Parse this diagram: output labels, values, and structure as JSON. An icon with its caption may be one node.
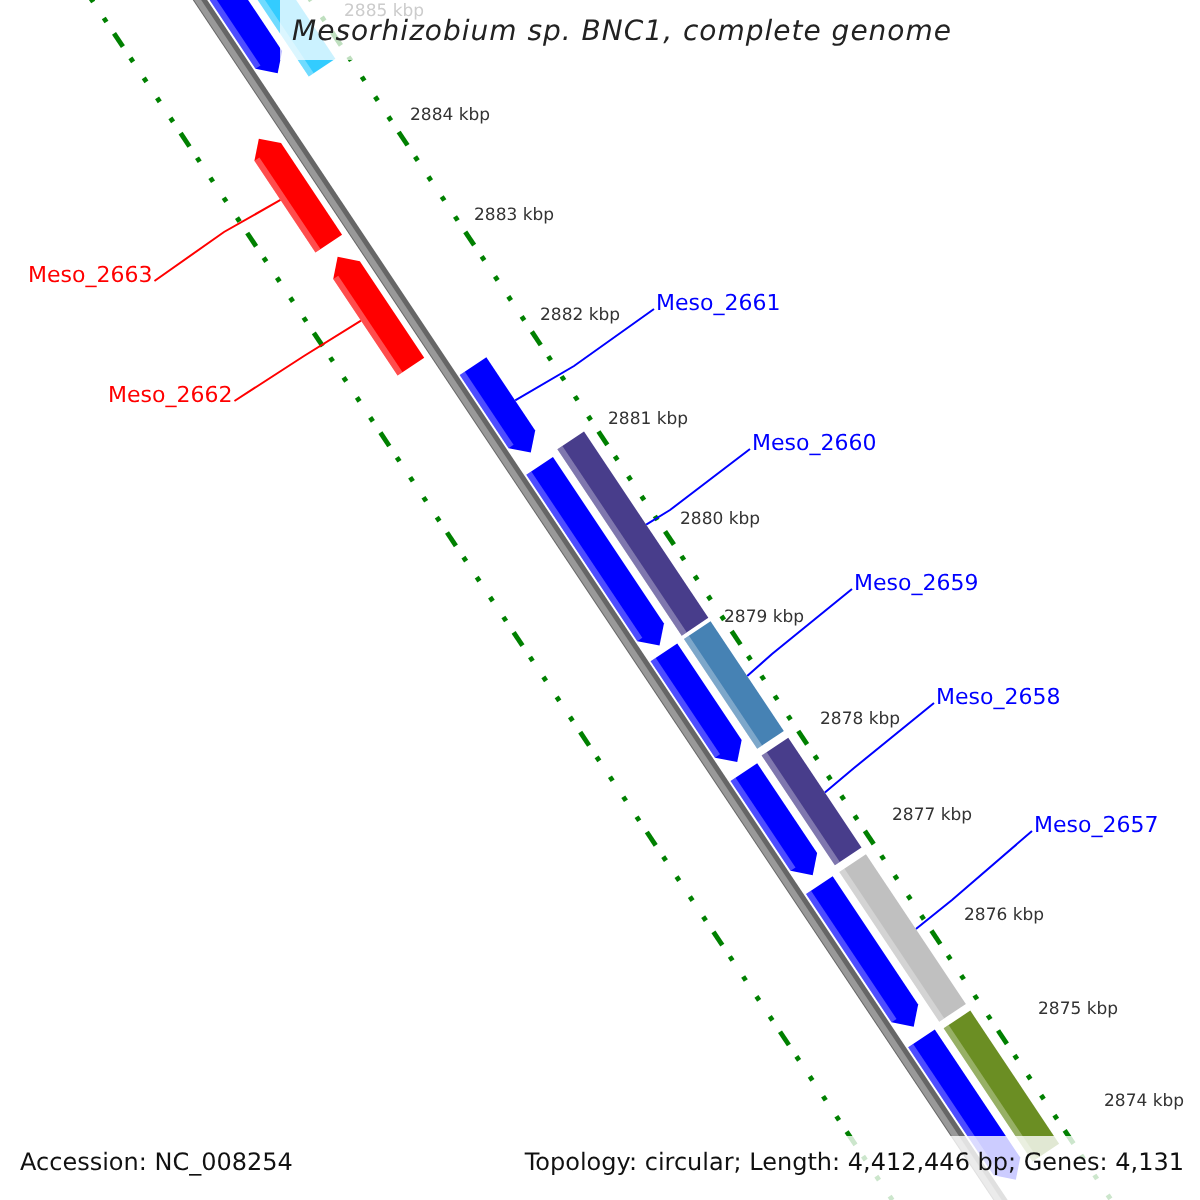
{
  "diagram": {
    "title": "Mesorhizobium sp. BNC1, complete genome",
    "nodes": [
      {
        "text": [
          "Meso_2663"
        ]
      },
      {
        "text": [
          "Meso_2661"
        ]
      },
      {
        "text": [
          "Meso_2662"
        ]
      },
      {
        "text": [
          "Meso_2660"
        ]
      },
      {
        "text": [
          "Meso_2659"
        ]
      },
      {
        "text": [
          "Meso_2658"
        ]
      },
      {
        "text": [
          "Meso_2657"
        ]
      },
      {
        "text": [],
        "shape": "bar"
      },
      {
        "text": [],
        "shape": "bar"
      },
      {
        "text": [],
        "shape": "bar"
      },
      {
        "text": [],
        "shape": "bar"
      },
      {
        "text": [],
        "shape": "bar"
      },
      {
        "text": [],
        "shape": "bar"
      },
      {
        "text": [],
        "shape": "bar"
      }
    ],
    "edges": [
      {
        "from": 0,
        "to": 7,
        "arrow": "none",
        "color": "#ff0000"
      },
      {
        "from": 1,
        "to": 9,
        "arrow": "none"
      },
      {
        "from": 2,
        "to": 8,
        "arrow": "none",
        "color": "#ff0000"
      },
      {
        "from": 3,
        "to": 10,
        "arrow": "none"
      },
      {
        "from": 4,
        "to": 11,
        "arrow": "none"
      },
      {
        "from": 5,
        "to": 12,
        "arrow": "none"
      },
      {
        "from": 6,
        "to": 13,
        "arrow": "none"
      }
    ],
    "labels": [
      "2885 kbp",
      "2884 kbp",
      "2883 kbp",
      "2882 kbp",
      "2881 kbp",
      "2880 kbp",
      "2879 kbp",
      "2878 kbp",
      "2877 kbp",
      "2876 kbp",
      "2875 kbp",
      "2874 kbp",
      "Accession: NC_008254",
      "Topology: circular; Length: 4,412,446 bp; Genes: 4,131"
    ]
  }
}
